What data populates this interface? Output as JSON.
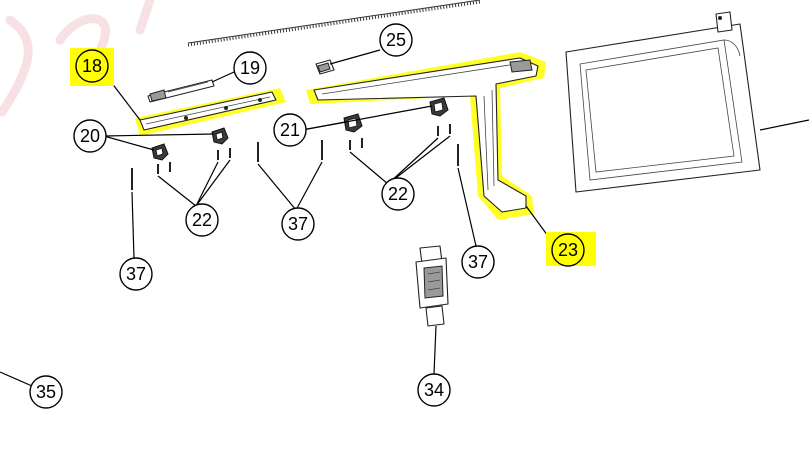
{
  "diagram": {
    "highlight_color": "#ffff00",
    "callouts": {
      "c18": "18",
      "c19": "19",
      "c20": "20",
      "c21": "21",
      "c22a": "22",
      "c22b": "22",
      "c23": "23",
      "c25": "25",
      "c34": "34",
      "c35": "35",
      "c37a": "37",
      "c37b": "37",
      "c37c": "37"
    }
  }
}
